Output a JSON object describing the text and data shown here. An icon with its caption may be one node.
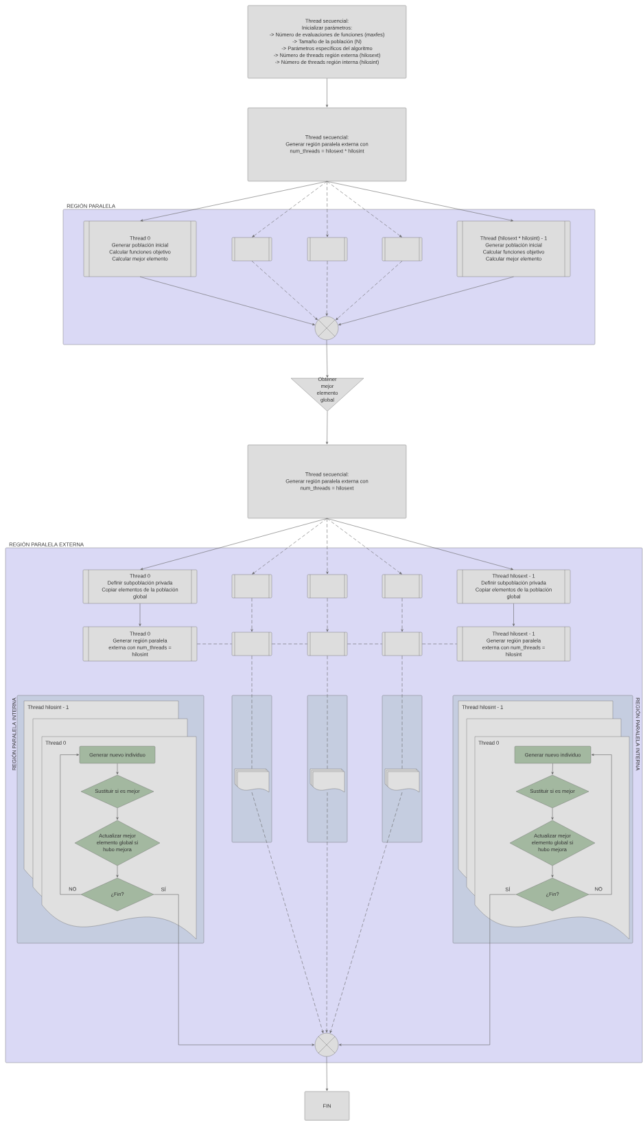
{
  "diagram": {
    "nodes": [
      {
        "text": [
          "Thread secuencial:",
          "Inicializar parámetros:",
          "-> Número de evaluaciones de funciones (maxfes)",
          "-> Tamaño de la población (N)",
          "-> Parámetros específicos del algoritmo",
          "-> Número de threads región externa (hilosext)",
          "-> Número de threads región interna (hilosint)"
        ]
      },
      {
        "text": [
          "Thread secuencial:",
          "Generar región paralela externa con num_threads = hilosext * hilosint"
        ]
      },
      {
        "text": [
          "REGIÓN PARALELA"
        ]
      },
      {
        "text": [
          "Thread 0",
          "Generar población inicial",
          "Calcular funciones objetivo",
          "Calcular mejor elemento"
        ],
        "in": 2
      },
      {
        "text": [],
        "shape": "box",
        "in": 2
      },
      {
        "text": [],
        "shape": "box",
        "in": 2
      },
      {
        "text": [],
        "shape": "box",
        "in": 2
      },
      {
        "text": [
          "Thread (hilosext * hilosint) - 1",
          "Generar población inicial",
          "Calcular funciones objetivo",
          "Calcular mejor elemento"
        ],
        "in": 2
      },
      {
        "text": [],
        "shape": "circle",
        "in": 2
      },
      {
        "text": [
          "Obtener mejor elemento global"
        ]
      },
      {
        "text": [
          "Thread secuencial:",
          "Generar región paralela externa con num_threads = hilosext"
        ]
      },
      {
        "text": [
          "REGIÓN PARALELA EXTERNA"
        ]
      },
      {
        "text": [
          "Thread 0",
          "Definir subpoblación privada",
          "Copiar elementos de la población global"
        ],
        "in": 11
      },
      {
        "text": [],
        "shape": "box",
        "in": 11
      },
      {
        "text": [],
        "shape": "box",
        "in": 11
      },
      {
        "text": [],
        "shape": "box",
        "in": 11
      },
      {
        "text": [
          "Thread hilosext - 1",
          "Definir subpoblación privada",
          "Copiar elementos de la población global"
        ],
        "in": 11
      },
      {
        "text": [
          "Thread 0",
          "Generar región paralela externa con num_threads = hilosint"
        ],
        "in": 11
      },
      {
        "text": [],
        "shape": "box",
        "in": 11
      },
      {
        "text": [],
        "shape": "box",
        "in": 11
      },
      {
        "text": [],
        "shape": "box",
        "in": 11
      },
      {
        "text": [
          "Thread hilosext - 1",
          "Generar región paralela externa con num_threads = hilosint"
        ],
        "in": 11
      },
      {
        "text": [
          "REGIÓN PARALELA INTERNA"
        ],
        "in": 11
      },
      {
        "text": [
          "Thread hilosint - 1",
          "Thread 0"
        ],
        "in": 22
      },
      {
        "text": [
          "Generar nuevo individuo"
        ],
        "in": 23
      },
      {
        "text": [
          "Sustituir si es mejor"
        ],
        "in": 23
      },
      {
        "text": [
          "Actualizar mejor elemento global si hubo mejora"
        ],
        "in": 23
      },
      {
        "text": [
          "¿Fin?"
        ],
        "in": 23
      },
      {
        "text": [],
        "shape": "box",
        "in": 11
      },
      {
        "text": [],
        "shape": "box",
        "in": 11
      },
      {
        "text": [],
        "shape": "box",
        "in": 11
      },
      {
        "text": [],
        "shape": "document",
        "in": 28
      },
      {
        "text": [],
        "shape": "document",
        "in": 29
      },
      {
        "text": [],
        "shape": "document",
        "in": 30
      },
      {
        "text": [
          "REGIÓN PARALELA INTERNA"
        ],
        "in": 11
      },
      {
        "text": [
          "Thread hilosint - 1",
          "Thread 0"
        ],
        "in": 34
      },
      {
        "text": [
          "Generar nuevo individuo"
        ],
        "in": 35
      },
      {
        "text": [
          "Sustituir si es mejor"
        ],
        "in": 35
      },
      {
        "text": [
          "Actualizar mejor elemento global si hubo mejora"
        ],
        "in": 35
      },
      {
        "text": [
          "¿Fin?"
        ],
        "in": 35
      },
      {
        "text": [],
        "shape": "circle",
        "in": 11
      },
      {
        "text": [
          "FIN"
        ]
      }
    ],
    "edges": [
      {
        "from": 0,
        "to": 1,
        "arrow": "to"
      },
      {
        "from": 1,
        "to": 3,
        "arrow": "to"
      },
      {
        "from": 1,
        "to": 4,
        "arrow": "to",
        "style": "dashed"
      },
      {
        "from": 1,
        "to": 5,
        "arrow": "to",
        "style": "dashed"
      },
      {
        "from": 1,
        "to": 6,
        "arrow": "to",
        "style": "dashed"
      },
      {
        "from": 1,
        "to": 7,
        "arrow": "to"
      },
      {
        "from": 3,
        "to": 8,
        "arrow": "to"
      },
      {
        "from": 4,
        "to": 8,
        "arrow": "to",
        "style": "dashed"
      },
      {
        "from": 5,
        "to": 8,
        "arrow": "to",
        "style": "dashed"
      },
      {
        "from": 6,
        "to": 8,
        "arrow": "to",
        "style": "dashed"
      },
      {
        "from": 7,
        "to": 8,
        "arrow": "to"
      },
      {
        "from": 8,
        "to": 9,
        "arrow": "to"
      },
      {
        "from": 9,
        "to": 10,
        "arrow": "to"
      },
      {
        "from": 10,
        "to": 12,
        "arrow": "to"
      },
      {
        "from": 10,
        "to": 13,
        "arrow": "to",
        "style": "dashed"
      },
      {
        "from": 10,
        "to": 14,
        "arrow": "to",
        "style": "dashed"
      },
      {
        "from": 10,
        "to": 15,
        "arrow": "to",
        "style": "dashed"
      },
      {
        "from": 10,
        "to": 16,
        "arrow": "to"
      },
      {
        "from": 12,
        "to": 17,
        "arrow": "to"
      },
      {
        "from": 13,
        "to": 18,
        "arrow": "to",
        "style": "dashed"
      },
      {
        "from": 14,
        "to": 19,
        "arrow": "to",
        "style": "dashed"
      },
      {
        "from": 15,
        "to": 20,
        "arrow": "to",
        "style": "dashed"
      },
      {
        "from": 16,
        "to": 21,
        "arrow": "to"
      },
      {
        "from": 17,
        "to": 18,
        "arrow": "none",
        "style": "dashed"
      },
      {
        "from": 18,
        "to": 19,
        "arrow": "none",
        "style": "dashed"
      },
      {
        "from": 19,
        "to": 20,
        "arrow": "none",
        "style": "dashed"
      },
      {
        "from": 20,
        "to": 21,
        "arrow": "none",
        "style": "dashed"
      },
      {
        "from": 18,
        "to": 31,
        "arrow": "none",
        "style": "dashed"
      },
      {
        "from": 19,
        "to": 32,
        "arrow": "none",
        "style": "dashed"
      },
      {
        "from": 20,
        "to": 33,
        "arrow": "none",
        "style": "dashed"
      },
      {
        "from": 31,
        "to": 40,
        "arrow": "to",
        "style": "dashed"
      },
      {
        "from": 32,
        "to": 40,
        "arrow": "to",
        "style": "dashed"
      },
      {
        "from": 33,
        "to": 40,
        "arrow": "to",
        "style": "dashed"
      },
      {
        "from": 24,
        "to": 25,
        "arrow": "to"
      },
      {
        "from": 25,
        "to": 26,
        "arrow": "to"
      },
      {
        "from": 26,
        "to": 27,
        "arrow": "to"
      },
      {
        "from": 27,
        "to": 24,
        "arrow": "to",
        "label": "NO"
      },
      {
        "from": 27,
        "to": 40,
        "arrow": "to",
        "label": "SÍ"
      },
      {
        "from": 36,
        "to": 37,
        "arrow": "to"
      },
      {
        "from": 37,
        "to": 38,
        "arrow": "to"
      },
      {
        "from": 38,
        "to": 39,
        "arrow": "to"
      },
      {
        "from": 39,
        "to": 36,
        "arrow": "to",
        "label": "NO"
      },
      {
        "from": 39,
        "to": 40,
        "arrow": "to",
        "label": "SÍ"
      },
      {
        "from": 40,
        "to": 41,
        "arrow": "to"
      }
    ]
  }
}
